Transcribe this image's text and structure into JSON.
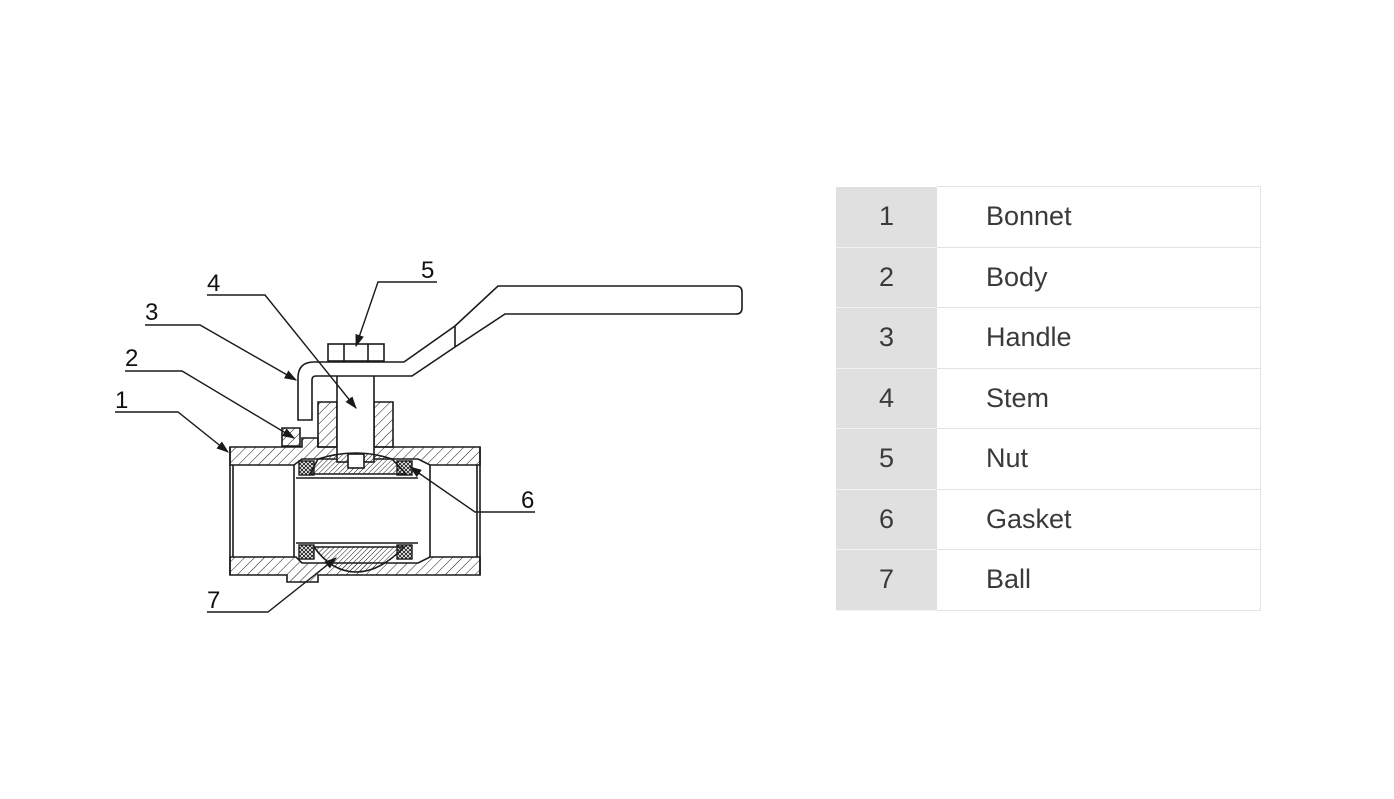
{
  "diagram": {
    "callouts": [
      {
        "number": "1"
      },
      {
        "number": "2"
      },
      {
        "number": "3"
      },
      {
        "number": "4"
      },
      {
        "number": "5"
      },
      {
        "number": "6"
      },
      {
        "number": "7"
      }
    ]
  },
  "parts": [
    {
      "number": "1",
      "name": "Bonnet"
    },
    {
      "number": "2",
      "name": "Body"
    },
    {
      "number": "3",
      "name": "Handle"
    },
    {
      "number": "4",
      "name": "Stem"
    },
    {
      "number": "5",
      "name": "Nut"
    },
    {
      "number": "6",
      "name": "Gasket"
    },
    {
      "number": "7",
      "name": "Ball"
    }
  ],
  "colors": {
    "line": "#1a1a1a",
    "number_cell_bg": "#e0e0e0",
    "text": "#3a3a3a"
  }
}
